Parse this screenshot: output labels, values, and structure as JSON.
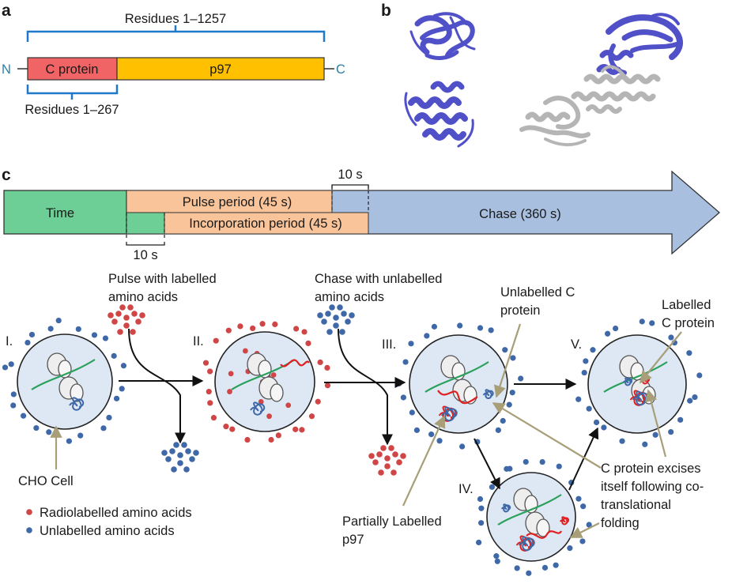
{
  "panel_labels": {
    "a": "a",
    "b": "b",
    "c": "c"
  },
  "panel_a": {
    "n_terminus": "N",
    "c_terminus": "C",
    "c_protein": "C protein",
    "p97": "p97",
    "residues_full": "Residues 1–1257",
    "residues_c": "Residues 1–267"
  },
  "panel_c": {
    "time": "Time",
    "pulse_period": "Pulse period (45 s)",
    "incorporation_period": "Incorporation period (45 s)",
    "chase": "Chase (360 s)",
    "ten_s_top": "10 s",
    "ten_s_bottom": "10 s",
    "pulse_line1": "Pulse with labelled",
    "pulse_line2": "amino acids",
    "chase_line1": "Chase with unlabelled",
    "chase_line2": "amino acids",
    "unlabelled_c_line1": "Unlabelled C",
    "unlabelled_c_line2": "protein",
    "labelled_c_line1": "Labelled",
    "labelled_c_line2": "C protein",
    "cho_cell": "CHO Cell",
    "legend_radio": "Radiolabelled amino acids",
    "legend_unlab": "Unlabelled amino acids",
    "partial_line1": "Partially Labelled",
    "partial_line2": "p97",
    "excise_line1": "C protein excises",
    "excise_line2": "itself following co-",
    "excise_line3": "translational",
    "excise_line4": "folding",
    "stage_1": "I.",
    "stage_2": "II.",
    "stage_3": "III.",
    "stage_4": "IV.",
    "stage_5": "V."
  },
  "colors": {
    "c_protein": "#f06466",
    "p97": "#ffc000",
    "bracket": "#1f78c8",
    "time_green": "#6dcf96",
    "pulse_orange": "#f9c49a",
    "chase_blue": "#a8bfe0",
    "red_aa": "#d04545",
    "blue_aa": "#3f68a8",
    "structure_blue": "#5555cc",
    "cell_fill": "#dde8f4",
    "pointer": "#a89e78"
  }
}
